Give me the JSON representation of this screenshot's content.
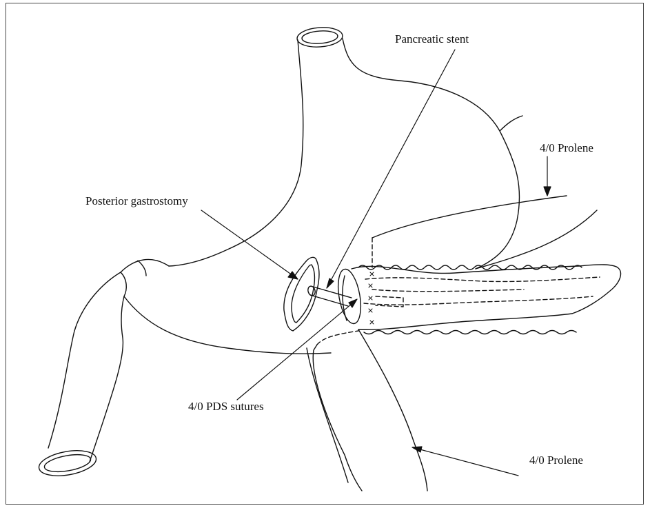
{
  "labels": {
    "pancreatic_stent": "Pancreatic stent",
    "prolene_top": "4/0 Prolene",
    "posterior_gastrostomy": "Posterior gastrostomy",
    "pds_sutures": "4/0 PDS sutures",
    "prolene_bottom": "4/0 Prolene"
  },
  "colors": {
    "ink": "#111111",
    "frame": "#444444",
    "background": "#ffffff"
  }
}
